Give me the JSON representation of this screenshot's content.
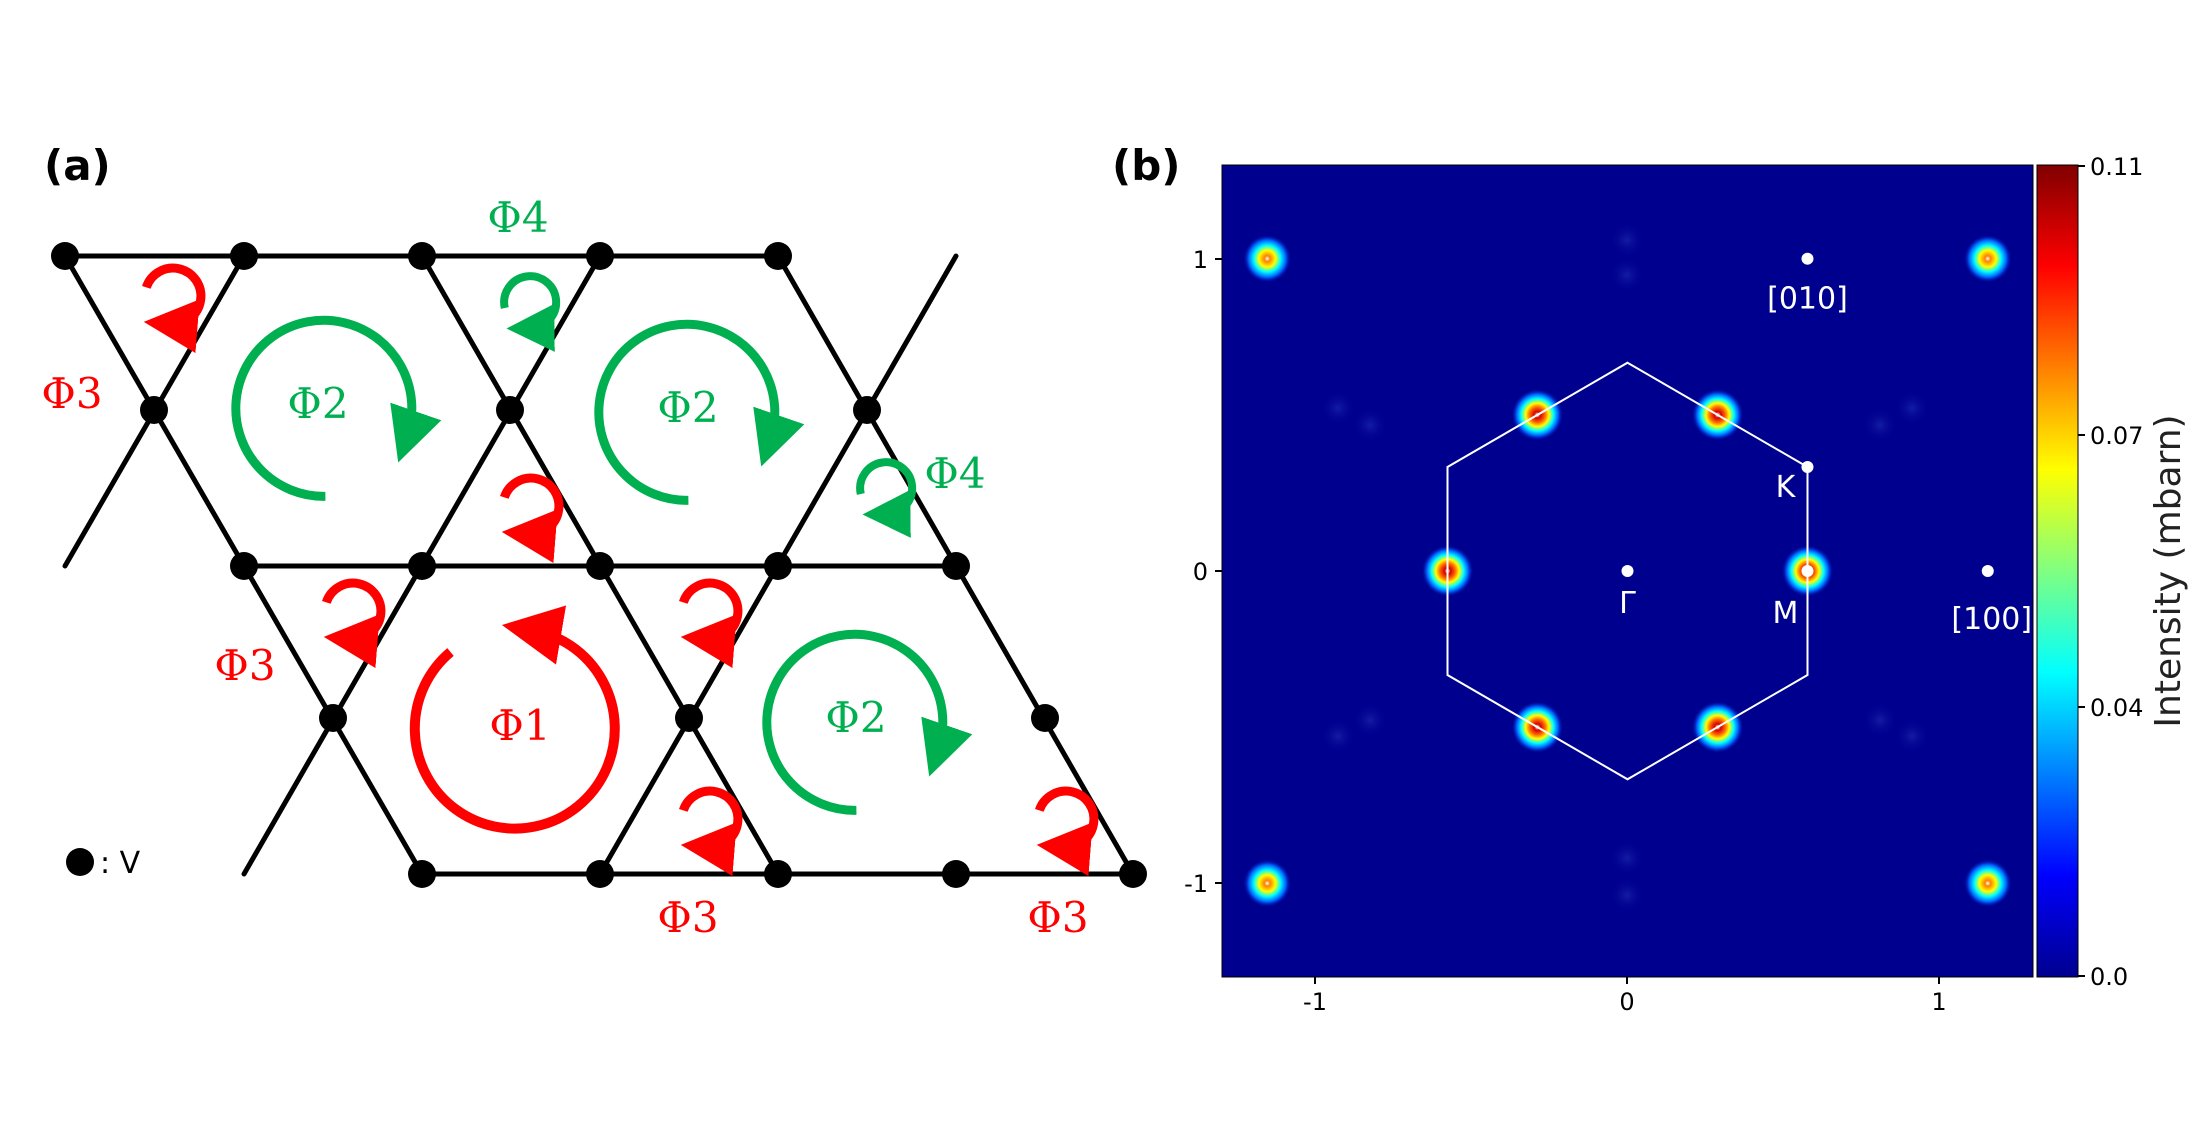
{
  "panel_a": {
    "label": "(a)",
    "legend_text": ": V",
    "colors": {
      "phi1": "#ff0000",
      "phi2": "#00b050",
      "phi3": "#ff0000",
      "phi4": "#00b050",
      "lattice": "#000000"
    },
    "labels": {
      "phi1": "Φ1",
      "phi2a": "Φ2",
      "phi2b": "Φ2",
      "phi2c": "Φ2",
      "phi3a": "Φ3",
      "phi3b": "Φ3",
      "phi3c": "Φ3",
      "phi3d": "Φ3",
      "phi4a": "Φ4",
      "phi4b": "Φ4"
    }
  },
  "panel_b": {
    "label": "(b)",
    "xticks": [
      "-1",
      "0",
      "1"
    ],
    "yticks": [
      "1",
      "0",
      "-1"
    ],
    "points": {
      "gamma": "Γ",
      "m": "M",
      "k": "K",
      "b100": "[100]",
      "b010": "[010]"
    },
    "colorbar": {
      "label": "Intensity (mbarn)",
      "ticks": [
        "0.11",
        "0.07",
        "0.04",
        "0.0"
      ]
    },
    "chart_data": {
      "type": "heatmap",
      "xlim": [
        -1.3,
        1.3
      ],
      "ylim": [
        -1.3,
        1.3
      ],
      "clim": [
        0.0,
        0.11
      ],
      "colormap": "jet",
      "peaks": [
        {
          "x": 0.577,
          "y": 0.0,
          "v": 0.11
        },
        {
          "x": -0.577,
          "y": 0.0,
          "v": 0.11
        },
        {
          "x": 0.289,
          "y": 0.5,
          "v": 0.11
        },
        {
          "x": -0.289,
          "y": 0.5,
          "v": 0.11
        },
        {
          "x": 0.289,
          "y": -0.5,
          "v": 0.11
        },
        {
          "x": -0.289,
          "y": -0.5,
          "v": 0.11
        },
        {
          "x": 1.155,
          "y": 1.0,
          "v": 0.09
        },
        {
          "x": -1.155,
          "y": 1.0,
          "v": 0.09
        },
        {
          "x": 1.155,
          "y": -1.0,
          "v": 0.09
        },
        {
          "x": -1.155,
          "y": -1.0,
          "v": 0.09
        }
      ],
      "brillouin_zone": [
        [
          0.0,
          0.667
        ],
        [
          0.577,
          0.333
        ],
        [
          0.577,
          -0.333
        ],
        [
          0.0,
          -0.667
        ],
        [
          -0.577,
          -0.333
        ],
        [
          -0.577,
          0.333
        ]
      ],
      "markers": [
        {
          "name": "gamma",
          "x": 0.0,
          "y": 0.0
        },
        {
          "name": "m",
          "x": 0.577,
          "y": 0.0
        },
        {
          "name": "k",
          "x": 0.577,
          "y": 0.333
        },
        {
          "name": "b100",
          "x": 1.155,
          "y": 0.0
        },
        {
          "name": "b010",
          "x": 0.577,
          "y": 1.0
        }
      ]
    }
  }
}
